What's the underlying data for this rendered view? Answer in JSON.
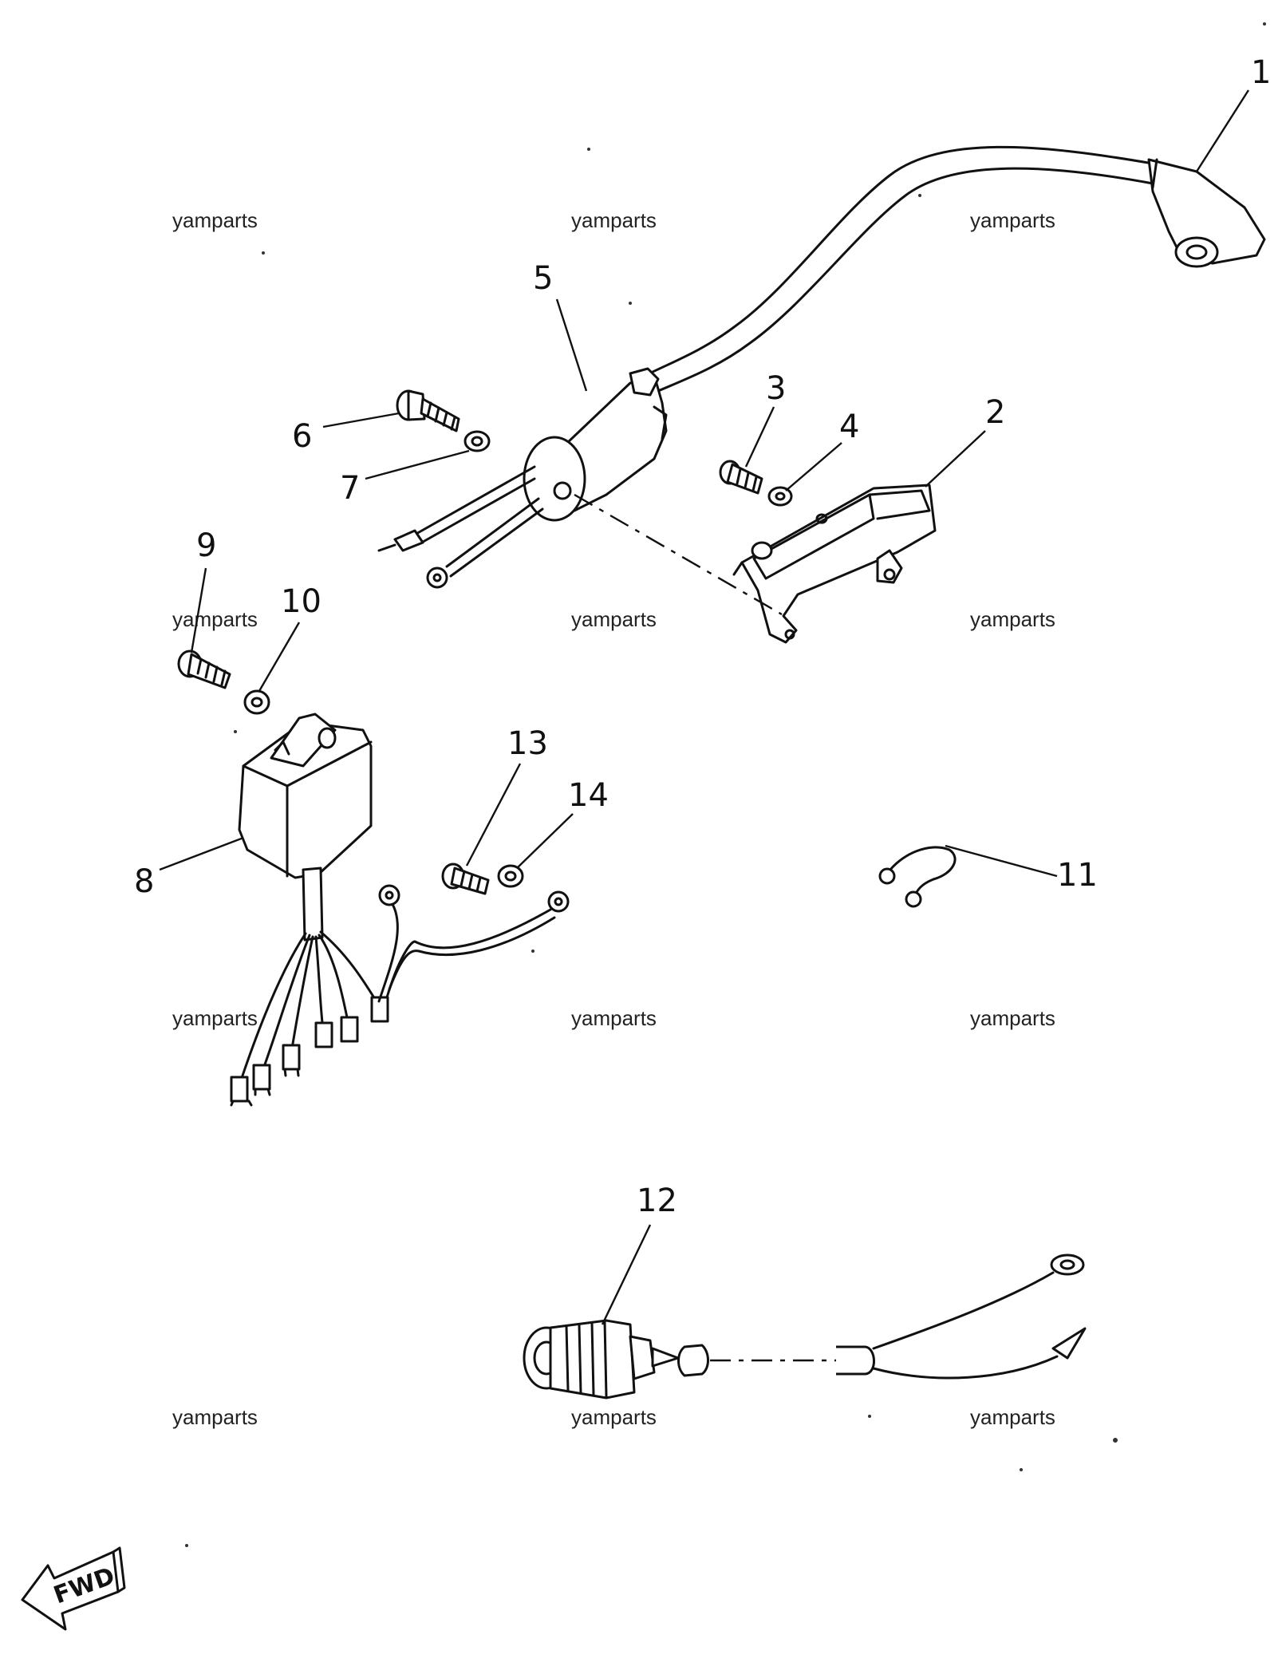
{
  "watermark": "yamparts",
  "callouts": {
    "c1": "1",
    "c2": "2",
    "c3": "3",
    "c4": "4",
    "c5": "5",
    "c6": "6",
    "c7": "7",
    "c8": "8",
    "c9": "9",
    "c10": "10",
    "c11": "11",
    "c12": "12",
    "c13": "13",
    "c14": "14"
  },
  "direction_indicator": {
    "label": "FWD"
  }
}
